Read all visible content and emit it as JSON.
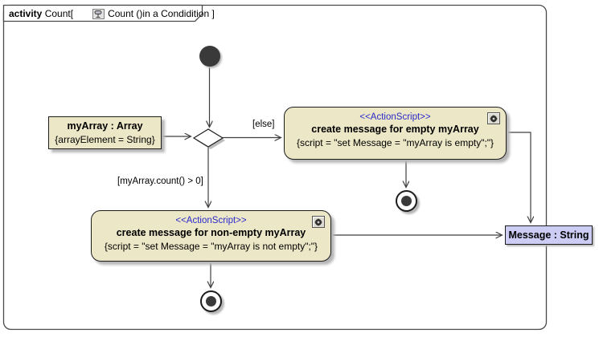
{
  "frame": {
    "keyword": "activity",
    "title_pre": "Count[",
    "title_post": "Count ()in a Condidition ]"
  },
  "labels": {
    "guard_else": "[else]",
    "guard_count": "[myArray.count() > 0]"
  },
  "nodes": {
    "myarray": {
      "name": "myArray : Array",
      "constraint": "{arrayElement = String}"
    },
    "action_empty": {
      "stereotype": "<<ActionScript>>",
      "name": "create message for empty myArray",
      "script": "{script = \"set Message = \"myArray is empty\";\"}"
    },
    "action_nonempty": {
      "stereotype": "<<ActionScript>>",
      "name": "create message for non-empty myArray",
      "script": "{script = \"set Message = \"myArray is not empty\";\"}"
    },
    "message": {
      "name": "Message : String"
    }
  },
  "colors": {
    "node_fill": "#ece7c6",
    "message_fill": "#ccccf4",
    "stereotype_text": "#2a2acc",
    "line": "#3f3f3f",
    "frame_border": "#4a4a4a"
  }
}
